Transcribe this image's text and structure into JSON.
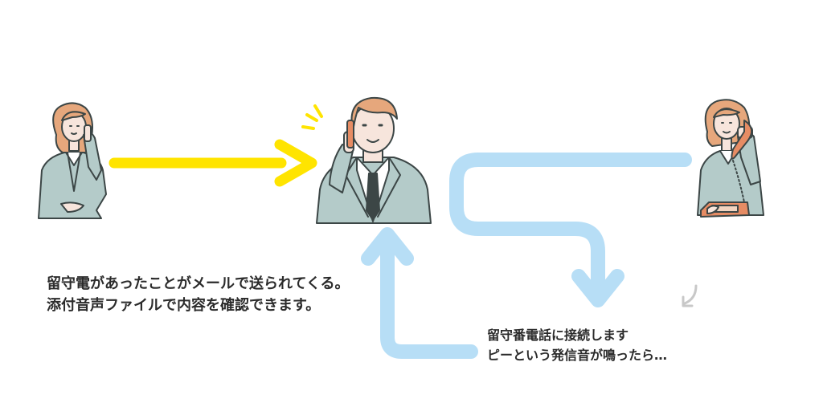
{
  "captions": {
    "left_line1": "留守電があったことがメールで送られてくる。",
    "left_line2": "添付音声ファイルで内容を確認できます。",
    "right_line1": "留守番電話に接続します",
    "right_line2": "ピーという発信音が鳴ったら…"
  },
  "colors": {
    "yellow_arrow": "#FFE400",
    "blue_arrow": "#B7DEF6",
    "grey_arrow": "#C8C8C8",
    "suit": "#B4CBC9",
    "line": "#3C4646",
    "skin": "#F7E5DC",
    "hair": "#E6A77C",
    "phone": "#E68C64"
  },
  "icons": {
    "left_person": "woman-on-phone-icon",
    "center_person": "man-on-phone-icon",
    "right_person": "woman-with-desk-phone-icon",
    "ringing": "ringing-lines-icon"
  }
}
